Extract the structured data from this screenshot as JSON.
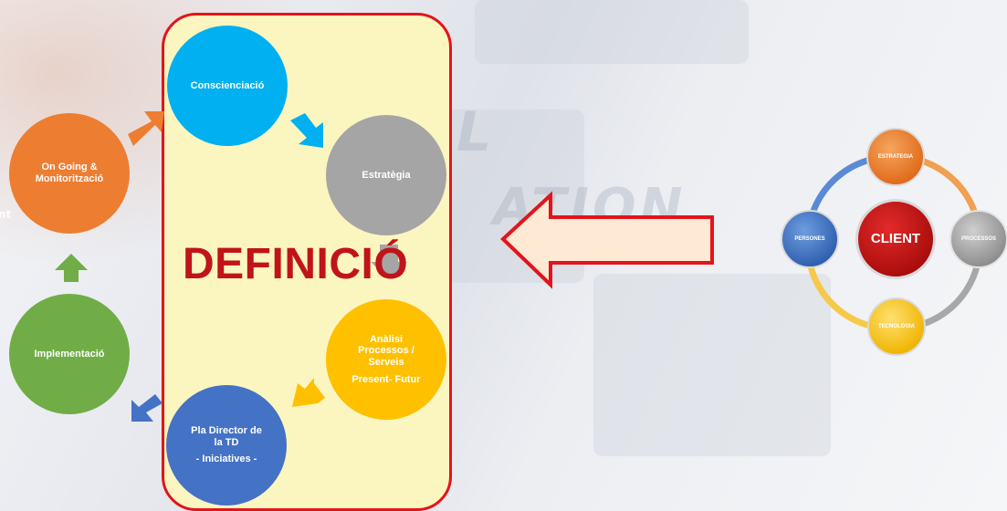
{
  "background": {
    "side_text": "nt"
  },
  "definition_box": {
    "label": "DEFINICIÓ"
  },
  "cycle": {
    "consciencia": "Conscienciació",
    "estrategia": "Estratègia",
    "analisi_lines": [
      "Anàlisi",
      "Processos /",
      "Serveis"
    ],
    "analisi_sub": "Present- Futur",
    "pla_lines": [
      "Pla Director  de",
      "la  TD"
    ],
    "pla_sub": "- Iniciatives -",
    "implementacio": "Implementació",
    "ongoing_lines": [
      "On Going &",
      "Monitorització"
    ]
  },
  "client_diagram": {
    "center": "CLIENT",
    "top": "ESTRATEGIA",
    "right": "PROCESSOS",
    "bottom": "TECNOLOGIA",
    "left": "PERSONES"
  },
  "colors": {
    "blue": "#00b0f0",
    "gray": "#a5a5a5",
    "yellow": "#ffc000",
    "navy": "#4472c4",
    "green": "#70ad47",
    "orange": "#ed7d31",
    "red": "#e3141b"
  }
}
